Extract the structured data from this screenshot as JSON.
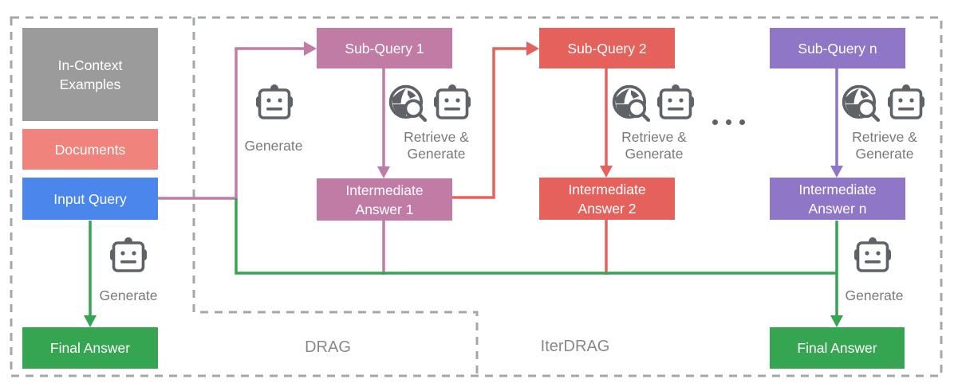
{
  "colors": {
    "pink": "#C17CA6",
    "red": "#E5625C",
    "purple": "#8F76C6",
    "blue": "#4A86EC",
    "green": "#35A552",
    "salmon": "#F0837B",
    "gray_box": "#9B9B9B",
    "border_gray": "#A3A7AB",
    "icon_gray": "#5F6368",
    "label_gray": "#77797C"
  },
  "regions": {
    "drag": "DRAG",
    "iterdrag": "IterDRAG"
  },
  "nodes": {
    "in_context_examples": "In-Context\nExamples",
    "documents": "Documents",
    "input_query": "Input Query",
    "final_answer_left": "Final Answer",
    "sub_query_1": "Sub-Query 1",
    "sub_query_2": "Sub-Query 2",
    "sub_query_n": "Sub-Query n",
    "intermediate_answer_1": "Intermediate\nAnswer 1",
    "intermediate_answer_2": "Intermediate\nAnswer 2",
    "intermediate_answer_n": "Intermediate\nAnswer n",
    "final_answer_right": "Final Answer"
  },
  "labels": {
    "generate": "Generate",
    "retrieve_generate": "Retrieve &\nGenerate"
  },
  "icons": {
    "robot": "robot-icon",
    "retrieve": "globe-search-icon",
    "ellipsis": "ellipsis-dots-icon"
  }
}
